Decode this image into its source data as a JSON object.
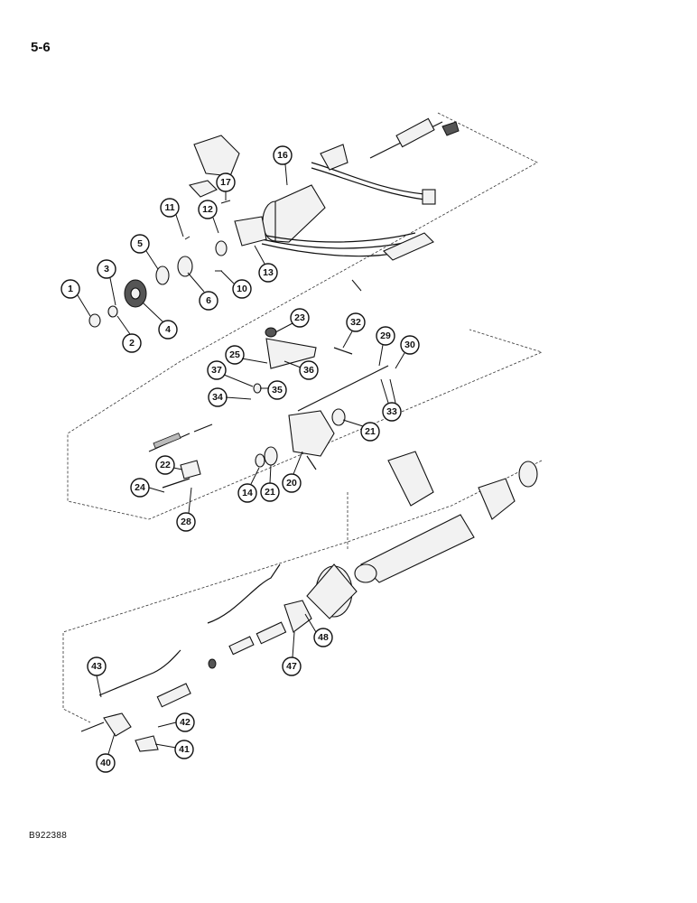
{
  "page": {
    "number": "5-6",
    "figure_id": "B922388"
  },
  "callouts": [
    "1",
    "2",
    "3",
    "4",
    "5",
    "6",
    "10",
    "11",
    "12",
    "13",
    "16",
    "17",
    "20",
    "21",
    "21",
    "22",
    "23",
    "24",
    "25",
    "28",
    "29",
    "30",
    "32",
    "33",
    "34",
    "35",
    "36",
    "37",
    "14",
    "40",
    "41",
    "42",
    "43",
    "47",
    "48"
  ]
}
